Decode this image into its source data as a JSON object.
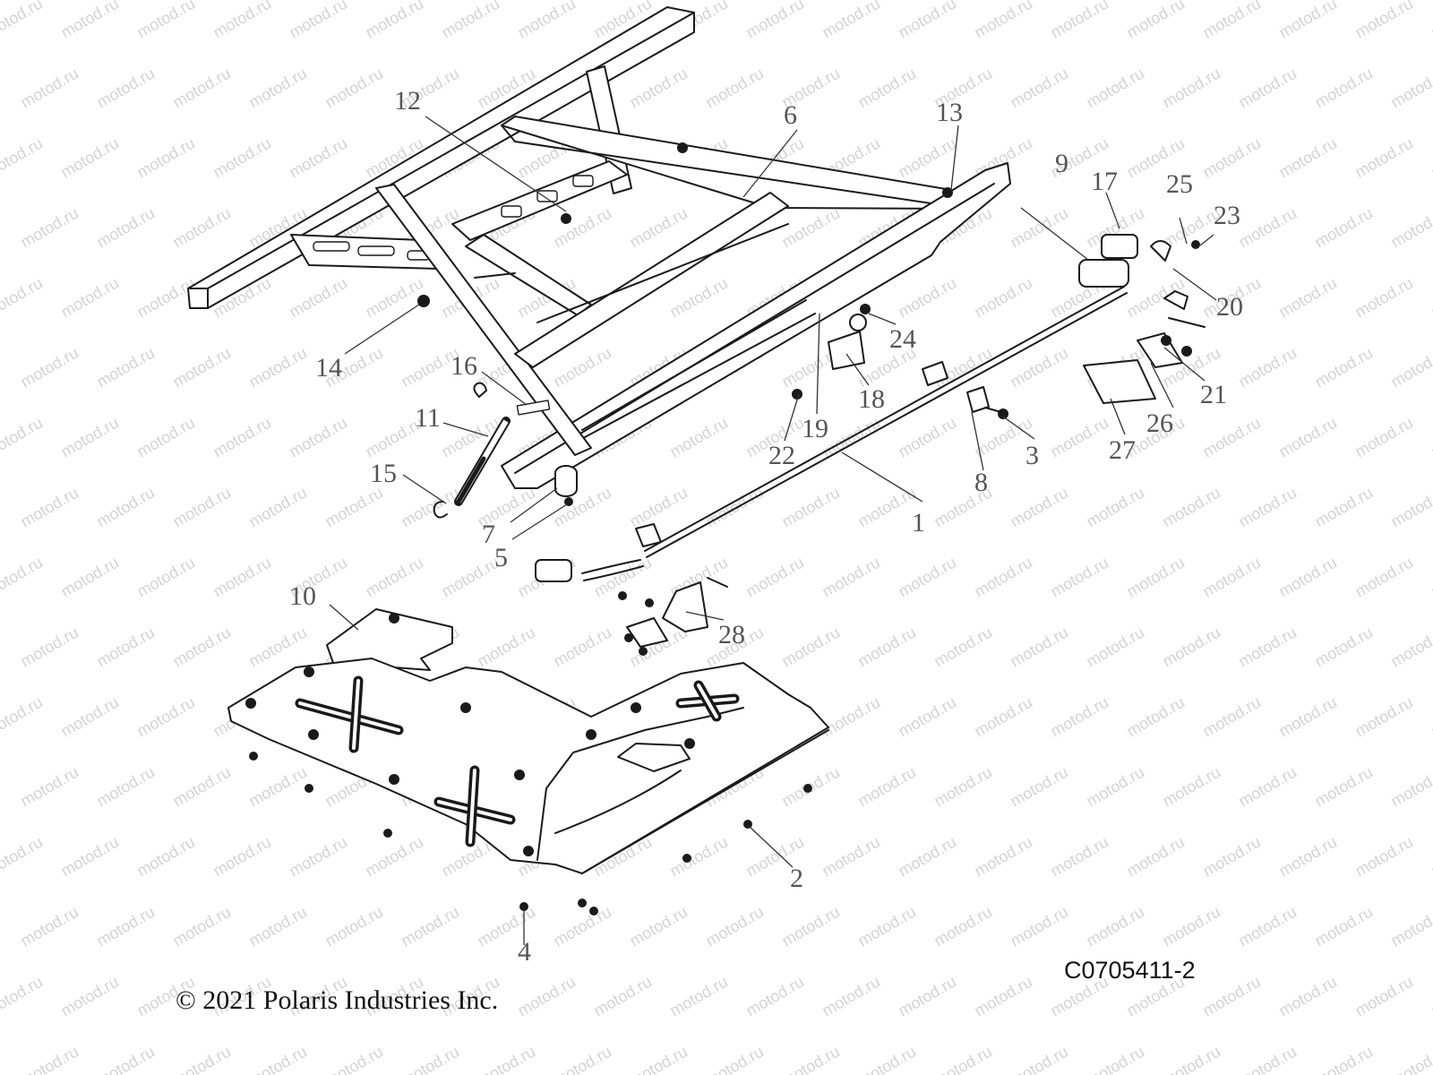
{
  "watermark_text": "motod.ru",
  "callouts": [
    "12",
    "6",
    "13",
    "9",
    "17",
    "25",
    "23",
    "20",
    "24",
    "14",
    "16",
    "11",
    "18",
    "21",
    "15",
    "19",
    "22",
    "3",
    "26",
    "27",
    "8",
    "1",
    "7",
    "5",
    "10",
    "28",
    "2",
    "4"
  ],
  "copyright": "© 2021 Polaris Industries Inc.",
  "figure_code": "C0705411-2",
  "colors": {
    "line": "#1a1a1a",
    "callout": "#555555",
    "watermark": "#d4d4d4"
  }
}
